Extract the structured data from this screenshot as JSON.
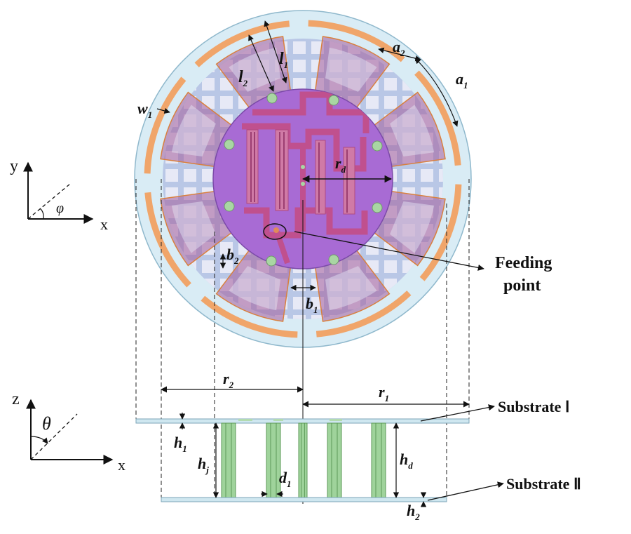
{
  "colors": {
    "outer_disk": "#d9ecf5",
    "outer_ring_edge": "#8fb8cc",
    "arc_strip": "#f0a56a",
    "arc_strip_edge": "#d9803e",
    "grid_bg": "#b9c7e6",
    "grid_cell": "#e7e9f6",
    "patch_dark": "#a45c9a",
    "center_disk": "#a86bd4",
    "feedline": "#c0508e",
    "via": "#a9d6a3",
    "post": "#9fd39b",
    "post_edge": "#5d9a5a"
  },
  "labels": {
    "l1": {
      "main": "l",
      "sub": "1"
    },
    "l2": {
      "main": "l",
      "sub": "2"
    },
    "a1": {
      "main": "a",
      "sub": "1"
    },
    "a2": {
      "main": "a",
      "sub": "2"
    },
    "w1": {
      "main": "w",
      "sub": "1"
    },
    "rd": {
      "main": "r",
      "sub": "d"
    },
    "b1": {
      "main": "b",
      "sub": "1"
    },
    "b2": {
      "main": "b",
      "sub": "2"
    },
    "r1": {
      "main": "r",
      "sub": "1"
    },
    "r2": {
      "main": "r",
      "sub": "2"
    },
    "h1": {
      "main": "h",
      "sub": "1"
    },
    "h2": {
      "main": "h",
      "sub": "2"
    },
    "hj": {
      "main": "h",
      "sub": "j"
    },
    "hd": {
      "main": "h",
      "sub": "d"
    },
    "d1": {
      "main": "d",
      "sub": "1"
    },
    "feeding_line1": "Feeding",
    "feeding_line2": "point",
    "substrate1": "Substrate Ⅰ",
    "substrate2": "Substrate Ⅱ"
  },
  "axes_top": {
    "y": "y",
    "x": "x",
    "angle": "φ"
  },
  "axes_bottom": {
    "z": "z",
    "x": "x",
    "angle": "θ"
  }
}
